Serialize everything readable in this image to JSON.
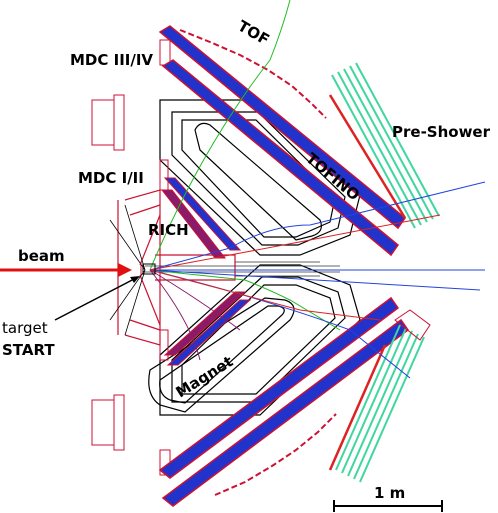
{
  "labels": {
    "tof": "TOF",
    "mdc_outer": "MDC III/IV",
    "tofino": "TOFINO",
    "pre_shower": "Pre-Shower",
    "mdc_inner": "MDC I/II",
    "rich": "RICH",
    "beam": "beam",
    "target": "target",
    "start": "START",
    "magnet": "Magnet",
    "scale": "1 m"
  },
  "colors": {
    "beam_arrow": "#e01010",
    "mdc_blue": "#2233cc",
    "mdc_red_edge": "#cc1133",
    "mdc_inner_purple": "#8a1a6a",
    "magnet_outline": "#000000",
    "pre_shower_green": "#3fd6a0",
    "track_green": "#22bb22",
    "track_blue": "#2244dd",
    "track_red": "#dd2222",
    "tof_red": "#dd2222",
    "rich_red": "#dd2222"
  },
  "icons": [
    "beam-arrow",
    "target-pointer-arrow",
    "scale-bar"
  ]
}
